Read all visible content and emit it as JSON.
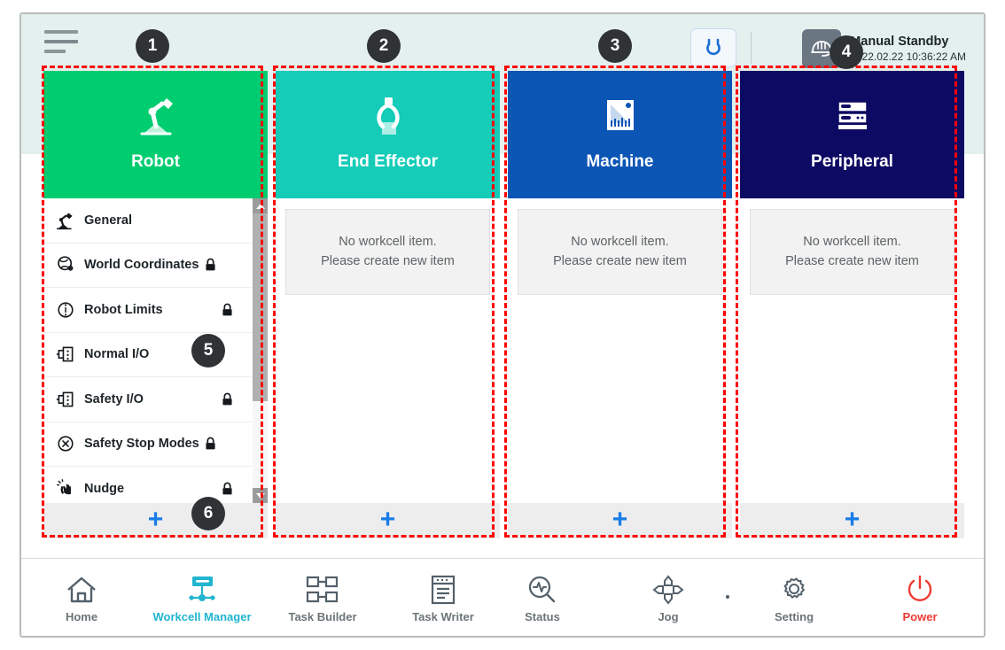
{
  "header": {
    "menu_icon": "hamburger-menu-icon",
    "reset_icon": "reset-circular-arrow-icon",
    "mode_icon": "manual-hand-icon",
    "status_title": "Manual Standby",
    "status_time": "2022.02.22 10:36:22 AM"
  },
  "columns": [
    {
      "id": "robot",
      "title": "Robot",
      "icon": "robot-arm-icon",
      "color": "#00cc70",
      "has_list": true,
      "add_label": "+"
    },
    {
      "id": "end-effector",
      "title": "End Effector",
      "icon": "gripper-icon",
      "color": "#14ccb8",
      "has_list": false,
      "empty_line1": "No workcell item.",
      "empty_line2": "Please create new item",
      "add_label": "+"
    },
    {
      "id": "machine",
      "title": "Machine",
      "icon": "machine-icon",
      "color": "#0b55b5",
      "has_list": false,
      "empty_line1": "No workcell item.",
      "empty_line2": "Please create new item",
      "add_label": "+"
    },
    {
      "id": "peripheral",
      "title": "Peripheral",
      "icon": "peripheral-rack-icon",
      "color": "#0d0a63",
      "has_list": false,
      "empty_line1": "No workcell item.",
      "empty_line2": "Please create new item",
      "add_label": "+"
    }
  ],
  "robot_menu": [
    {
      "label": "General",
      "icon": "robot-arm-icon",
      "locked": false,
      "lock_pos": "none"
    },
    {
      "label": "World Coordinates",
      "icon": "globe-axis-icon",
      "locked": true,
      "lock_pos": "inline"
    },
    {
      "label": "Robot Limits",
      "icon": "limits-circle-icon",
      "locked": true,
      "lock_pos": "far"
    },
    {
      "label": "Normal I/O",
      "icon": "io-port-icon",
      "locked": false,
      "lock_pos": "none"
    },
    {
      "label": "Safety I/O",
      "icon": "io-port-icon",
      "locked": true,
      "lock_pos": "far"
    },
    {
      "label": "Safety Stop Modes",
      "icon": "stop-x-circle-icon",
      "locked": true,
      "lock_pos": "inline"
    },
    {
      "label": "Nudge",
      "icon": "hand-nudge-icon",
      "locked": true,
      "lock_pos": "far"
    }
  ],
  "scrollbar": {
    "up_icon": "triangle-up-icon",
    "down_icon": "triangle-down-icon"
  },
  "bottom_nav": {
    "left": [
      {
        "label": "Home",
        "icon": "home-icon",
        "active": false
      },
      {
        "label": "Workcell Manager",
        "icon": "workcell-manager-icon",
        "active": true
      },
      {
        "label": "Task Builder",
        "icon": "task-builder-icon",
        "active": false
      },
      {
        "label": "Task Writer",
        "icon": "task-writer-icon",
        "active": false
      }
    ],
    "right": [
      {
        "label": "Status",
        "icon": "status-magnifier-icon",
        "active": false
      },
      {
        "label": "Jog",
        "icon": "jog-dpad-icon",
        "active": false
      },
      {
        "label": "Setting",
        "icon": "gear-icon",
        "active": false
      },
      {
        "label": "Power",
        "icon": "power-icon",
        "active": false
      }
    ]
  },
  "annotations": [
    {
      "number": "1"
    },
    {
      "number": "2"
    },
    {
      "number": "3"
    },
    {
      "number": "4"
    },
    {
      "number": "5"
    },
    {
      "number": "6"
    }
  ]
}
